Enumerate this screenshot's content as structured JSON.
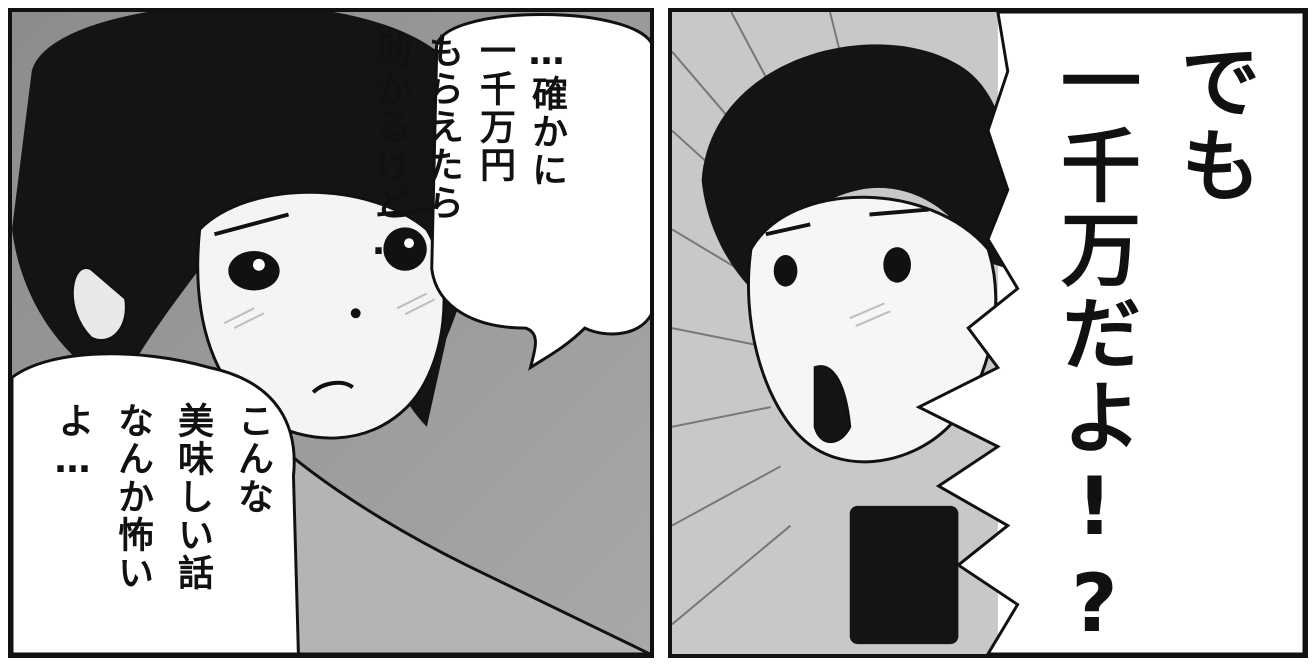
{
  "panels": [
    {
      "bubbles": [
        {
          "text": "…確かに\n一千万円\nもらえたら\n助かるけど…"
        },
        {
          "text": "こんな\n美味しい話\nなんか怖い\nよ…"
        }
      ]
    },
    {
      "bubbles": [
        {
          "text": "でも\n一千万だよ!?"
        }
      ]
    }
  ],
  "colors": {
    "ink": "#111111",
    "screentone": "#9a9a9a",
    "paper": "#ffffff"
  }
}
